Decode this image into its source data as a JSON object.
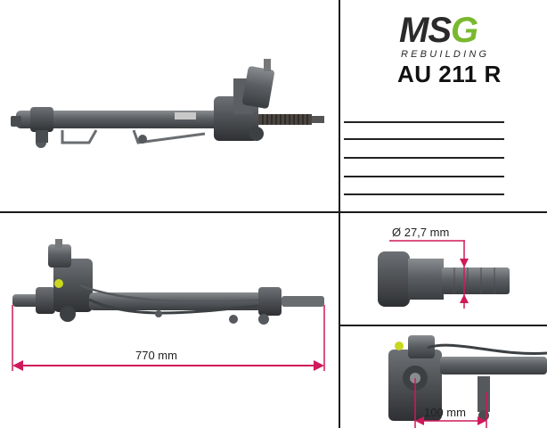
{
  "logo": {
    "brand_m": "M",
    "brand_s": "S",
    "brand_g": "G",
    "tagline": "REBUILDING",
    "colors": {
      "dark": "#2a2a2a",
      "accent": "#7ab82e"
    }
  },
  "part_number": "AU 211 R",
  "dimensions": {
    "total_length": "770 mm",
    "shaft_diameter": "Ø 27,7 mm",
    "mount_distance": "100 mm",
    "indicator_color": "#d0195a"
  }
}
